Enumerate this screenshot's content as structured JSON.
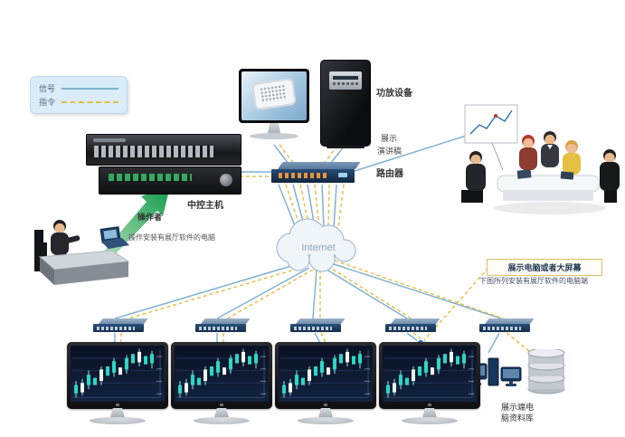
{
  "legend": {
    "signal_label": "信号",
    "command_label": "指令"
  },
  "cloud": {
    "label": "Internet"
  },
  "devices": {
    "control_host": "中控主机",
    "amplifier": "功放设备",
    "router": "路由器"
  },
  "annotations": {
    "display": "展示",
    "speech": "演讲稿",
    "operator": "操作者",
    "operator_desc": "操作安装有展厅软件的电脑",
    "display_note_title": "展示电脑或者大屏幕",
    "display_note_sub": "下图所列安装有展厅软件的电脑端",
    "terminal_label_line1": "展示端电",
    "terminal_label_line2": "脑资料库"
  },
  "colors": {
    "signal_line": "#7fb2d0",
    "command_line": "#e3c04c",
    "node_dot": "#2f7fd1",
    "flow_arrow": "#179a4c"
  }
}
